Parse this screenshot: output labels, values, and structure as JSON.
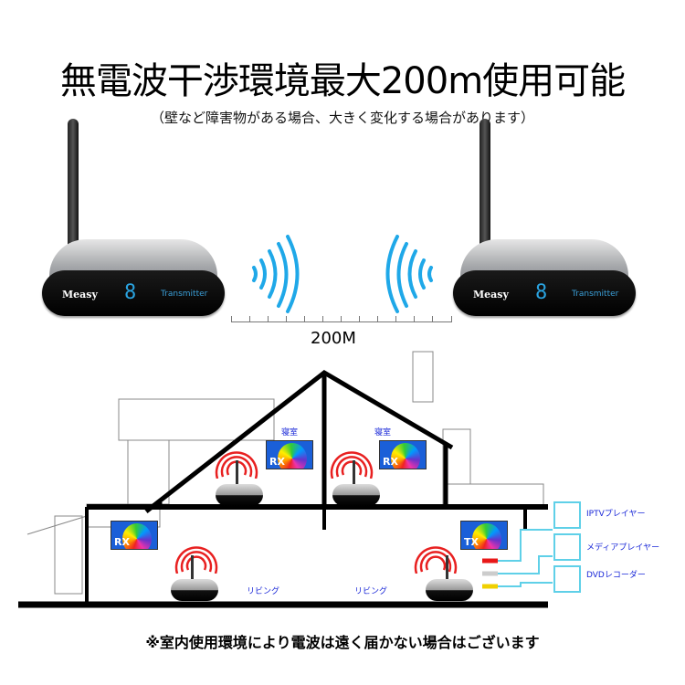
{
  "header": {
    "title": "無電波干渉環境最大200m使用可能",
    "subtitle": "（壁など障害物がある場合、大きく変化する場合があります）"
  },
  "devices": [
    {
      "brand": "Measy",
      "digit": "8",
      "label": "Transmitter"
    },
    {
      "brand": "Measy",
      "digit": "8",
      "label": "Transmitter"
    }
  ],
  "range": {
    "distance_label": "200M",
    "wave_color": "#1fa8e8"
  },
  "house": {
    "rooms": [
      {
        "name": "寝室",
        "tv_label": "RX"
      },
      {
        "name": "寝室",
        "tv_label": "RX"
      },
      {
        "name": "リビング",
        "tv_label": "RX"
      },
      {
        "name": "リビング",
        "tv_label": "TX"
      }
    ],
    "sources": [
      {
        "label": "IPTVプレイヤー"
      },
      {
        "label": "メディアプレイヤー"
      },
      {
        "label": "DVDレコーダー"
      }
    ],
    "cable_colors": [
      "#e81818",
      "#cccccc",
      "#f0d000"
    ],
    "signal_color": "#e82020"
  },
  "footer": {
    "note": "※室内使用環境により電波は遠く届かない場合はございます"
  }
}
